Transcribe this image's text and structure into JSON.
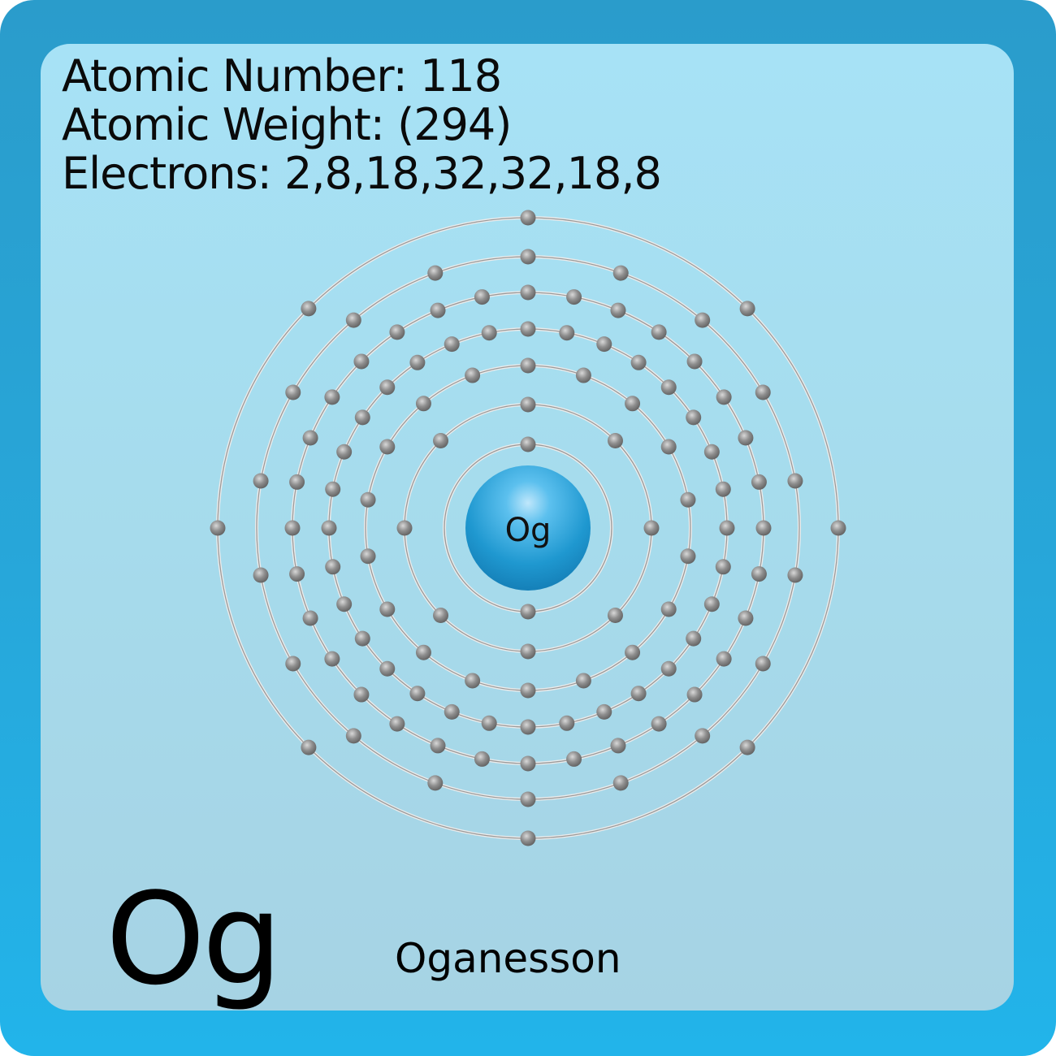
{
  "properties": {
    "atomic_number": "Atomic Number: 118",
    "atomic_weight": "Atomic Weight: (294)",
    "electrons": "Electrons: 2,8,18,32,32,18,8"
  },
  "element": {
    "symbol": "Og",
    "name": "Oganesson",
    "shell_electron_counts": [
      2,
      8,
      18,
      32,
      32,
      18,
      8
    ]
  },
  "colors": {
    "frame": "#27a7da",
    "panel": "#a6dced",
    "nucleus": "#1e96cf",
    "electron": "#8c8c8c",
    "orbit": "#9a9a9a"
  }
}
